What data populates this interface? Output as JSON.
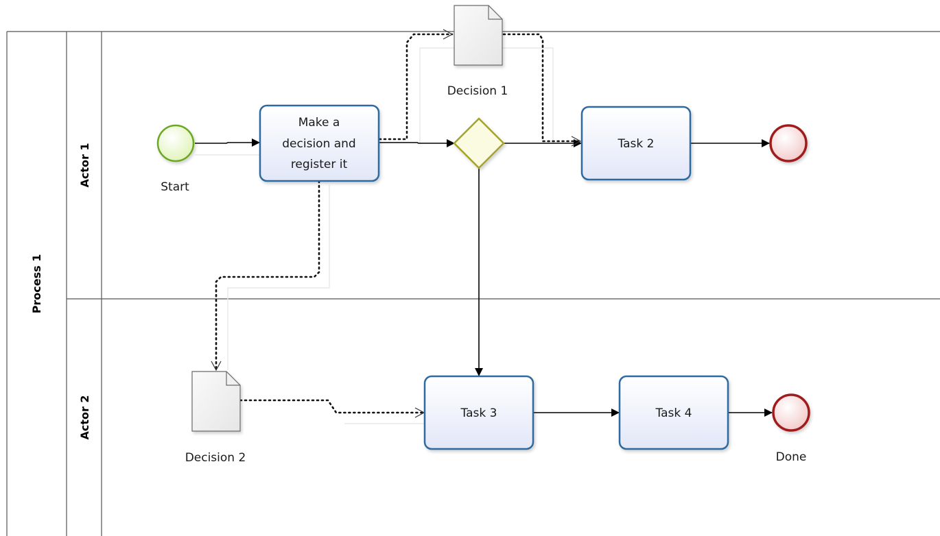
{
  "pool": {
    "label": "Process 1"
  },
  "lanes": [
    {
      "label": "Actor 1"
    },
    {
      "label": "Actor 2"
    }
  ],
  "events": {
    "start": {
      "label": "Start"
    },
    "end_top": {
      "label": ""
    },
    "end_bottom": {
      "label": "Done"
    }
  },
  "tasks": {
    "make_decision": {
      "lines": [
        "Make a",
        "decision and",
        "register it"
      ]
    },
    "task2": {
      "label": "Task 2"
    },
    "task3": {
      "label": "Task 3"
    },
    "task4": {
      "label": "Task 4"
    }
  },
  "data_objects": {
    "decision1": {
      "label": "Decision 1"
    },
    "decision2": {
      "label": "Decision 2"
    }
  },
  "colors": {
    "task_stroke": "#2d6a9f",
    "task_fill": "#eef1fb",
    "start_stroke": "#6aa820",
    "start_fill": "#e9f7c9",
    "end_stroke": "#a01c1c",
    "end_fill": "#f7d7d7",
    "gateway_stroke": "#a3a32a",
    "gateway_fill": "#fbfbe2",
    "doc_fill": "#f2f2f2",
    "doc_stroke": "#6a6a6a"
  }
}
